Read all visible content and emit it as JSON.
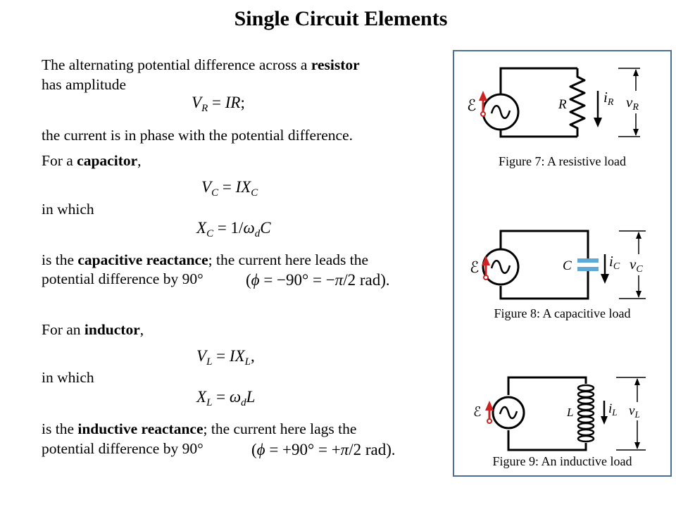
{
  "title": "Single Circuit Elements",
  "resistor": {
    "line1_pre": "The alternating potential difference across a ",
    "line1_bold": "resistor",
    "line2": "has amplitude",
    "eq": {
      "V": "V",
      "sub": "R",
      "mid": " = ",
      "I": "I",
      "R": "R",
      "end": ";"
    },
    "phase": "the current is in phase with the potential difference."
  },
  "capacitor": {
    "intro_pre": "For a ",
    "intro_bold": "capacitor",
    "intro_post": ",",
    "eq1": {
      "V": "V",
      "sub": "C",
      "mid": " = ",
      "I": "I",
      "X": "X",
      "xsub": "C"
    },
    "in_which": "in which",
    "eq2": {
      "X": "X",
      "sub": "C",
      "mid": " = 1/",
      "w": "ω",
      "wsub": "d",
      "C": "C"
    },
    "react_pre": "is the ",
    "react_bold": "capacitive reactance",
    "react_post": "; the current here leads the",
    "line2": "potential difference by 90°",
    "phase_eq": {
      "open": "(",
      "phi": "ϕ",
      "mid": " = −90° = −",
      "pi": "π",
      "end": "/2 rad)",
      "dot": "."
    }
  },
  "inductor": {
    "intro_pre": "For an ",
    "intro_bold": "inductor",
    "intro_post": ",",
    "eq1": {
      "V": "V",
      "sub": "L",
      "mid": " = ",
      "I": "I",
      "X": "X",
      "xsub": "L",
      "end": ","
    },
    "in_which": "in which",
    "eq2": {
      "X": "X",
      "sub": "L",
      "mid": " = ",
      "w": "ω",
      "wsub": "d",
      "L": "L"
    },
    "react_pre": "is the ",
    "react_bold": "inductive reactance",
    "react_post": "; the current here lags the",
    "line2": "potential difference by 90°",
    "phase_eq": {
      "open": "(",
      "phi": "ϕ",
      "mid": " = +90° = +",
      "pi": "π",
      "end": "/2 rad)",
      "dot": "."
    }
  },
  "figures": [
    {
      "caption": "Figure 7: A resistive load",
      "emf": "ℰ",
      "element": "R",
      "i_sym": "i",
      "i_sub": "R",
      "v_sym": "v",
      "v_sub": "R"
    },
    {
      "caption": "Figure 8: A capacitive load",
      "emf": "ℰ",
      "element": "C",
      "i_sym": "i",
      "i_sub": "C",
      "v_sym": "v",
      "v_sub": "C"
    },
    {
      "caption": "Figure 9: An inductive load",
      "emf": "ℰ",
      "element": "L",
      "i_sym": "i",
      "i_sub": "L",
      "v_sym": "v",
      "v_sub": "L"
    }
  ],
  "colors": {
    "arrow": "#cc2222",
    "panel_border": "#4a6e94",
    "capacitor": "#5fa9d6"
  }
}
